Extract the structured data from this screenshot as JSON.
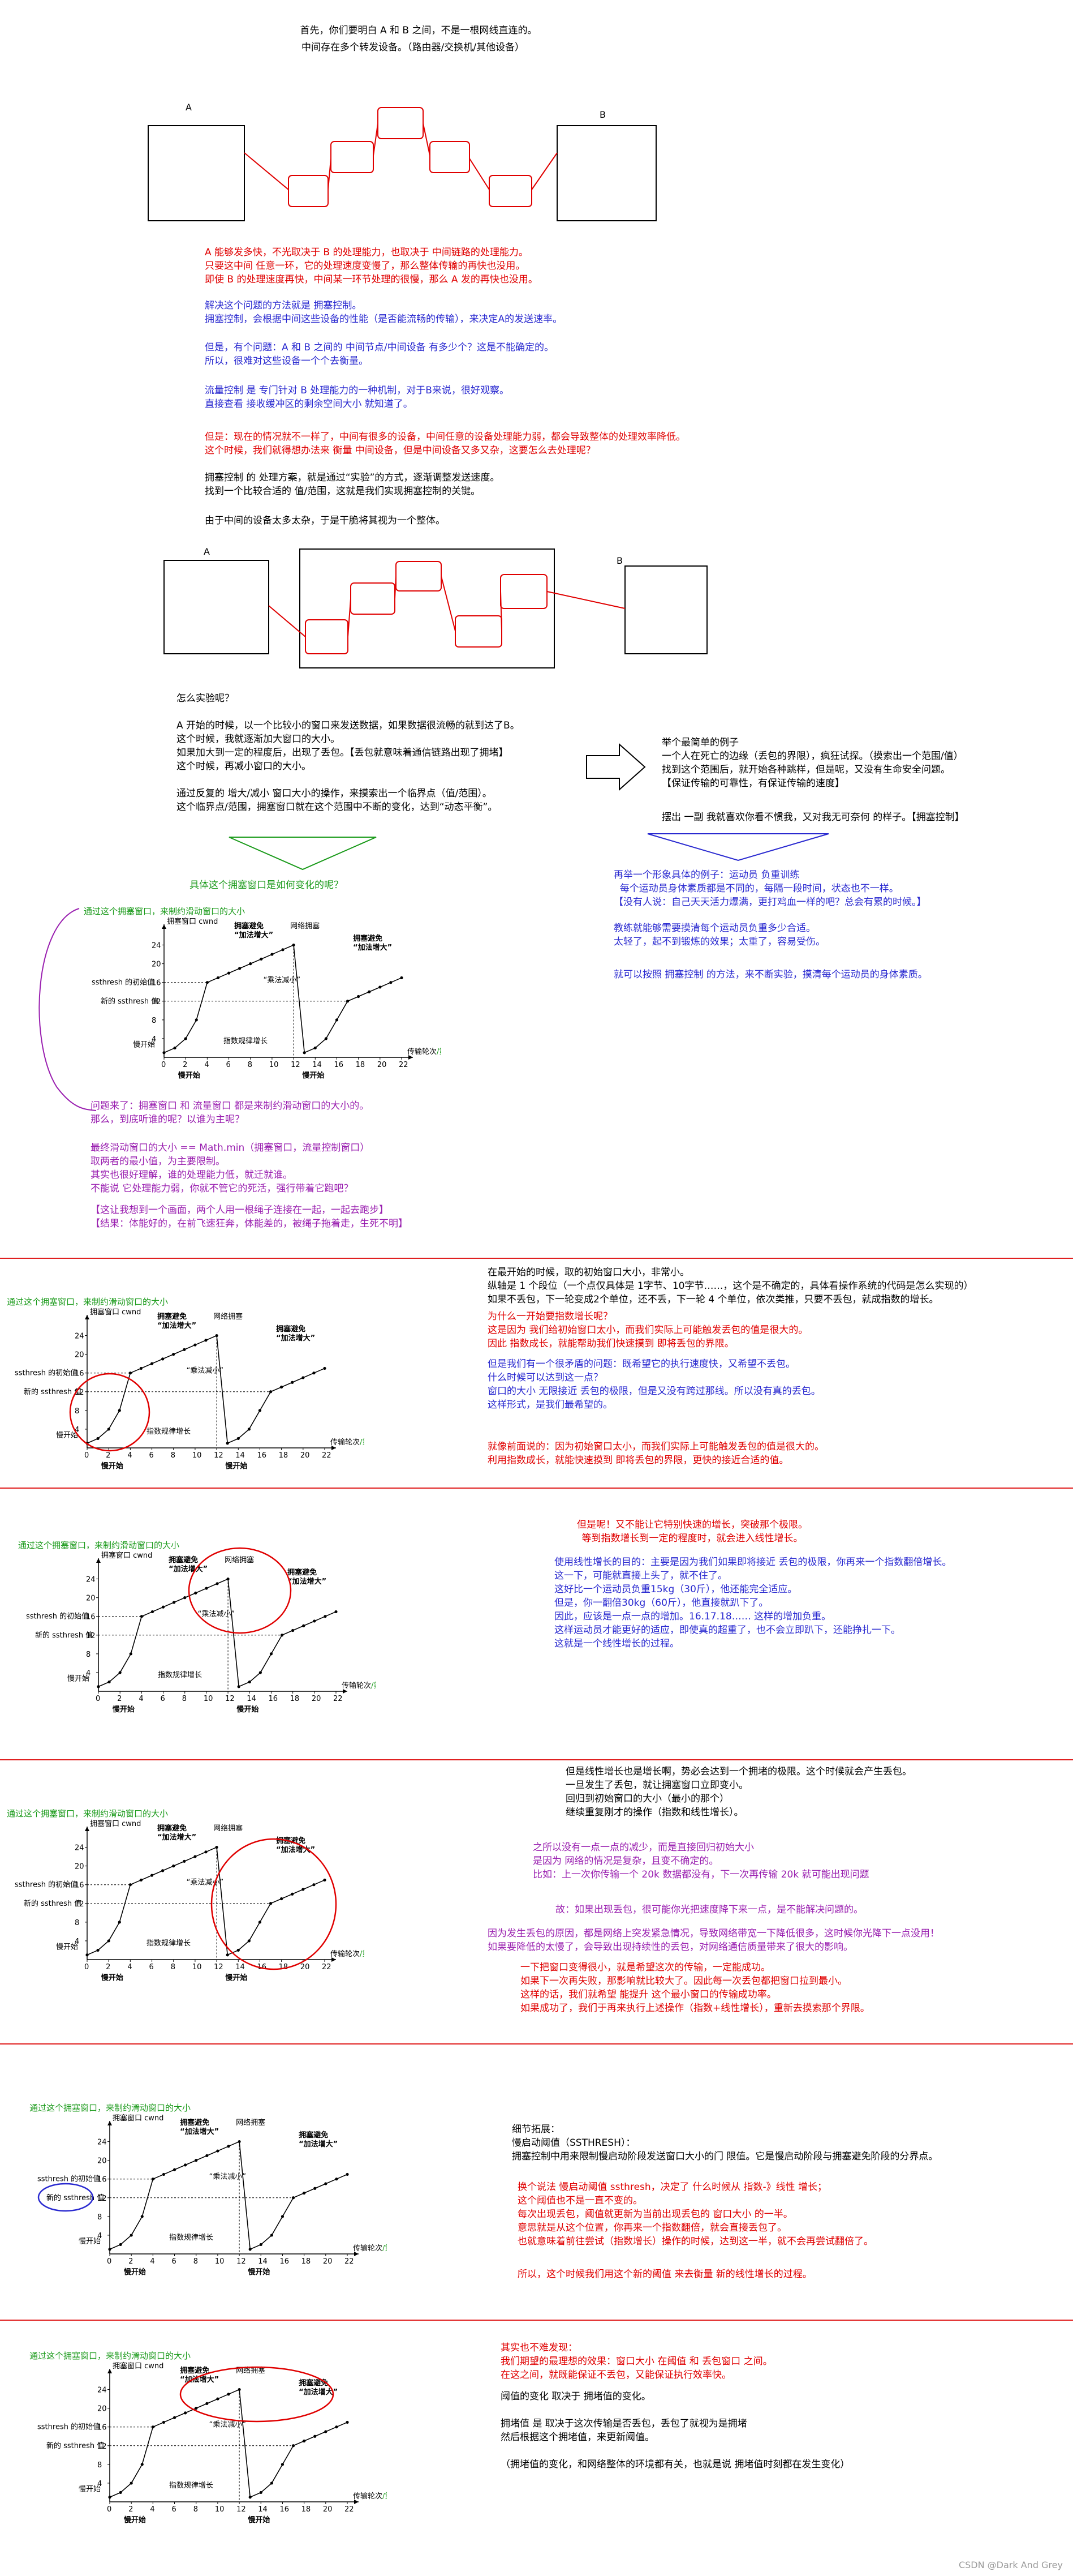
{
  "colors": {
    "red": "#e00000",
    "blue": "#2a2ad0",
    "purple": "#9a20b0",
    "green": "#1a9a1a"
  },
  "intro": {
    "line1": "首先，你们要明白 A 和 B 之间，不是一根网线直连的。",
    "line2": "中间存在多个转发设备。（路由器/交换机/其他设备）"
  },
  "diagram1": {
    "a_label": "A",
    "b_label": "B"
  },
  "para_red1": "A 能够发多快，不光取决于 B 的处理能力，也取决于 中间链路的处理能力。\n只要这中间 任意一环，它的处理速度变慢了，那么整体传输的再快也没用。\n即使 B 的处理速度再快，中间某一环节处理的很慢，那么 A 发的再快也没用。",
  "para_blue1": "解决这个问题的方法就是 拥塞控制。\n拥塞控制，会根据中间这些设备的性能（是否能流畅的传输），来决定A的发送速率。",
  "para_blue2": "但是，有个问题：A 和 B 之间的 中间节点/中间设备 有多少个？这是不能确定的。\n所以，很难对这些设备一个个去衡量。",
  "para_blue3": "流量控制 是 专门针对 B 处理能力的一种机制，对于B来说，很好观察。\n直接查看 接收缓冲区的剩余空间大小 就知道了。",
  "para_red2": "但是：现在的情况就不一样了，中间有很多的设备，中间任意的设备处理能力弱，都会导致整体的处理效率降低。\n这个时候，我们就得想办法来 衡量 中间设备，但是中间设备又多又杂，这要怎么去处理呢？",
  "para_black1": "拥塞控制 的 处理方案，就是通过“实验”的方式，逐渐调整发送速度。\n找到一个比较合适的 值/范围，这就是我们实现拥塞控制的关键。",
  "para_black2": "由于中间的设备太多太杂，于是干脆将其视为一个整体。",
  "diagram2": {
    "a_label": "A",
    "b_label": "B"
  },
  "how_block": "怎么实验呢？\n\nA 开始的时候，以一个比较小的窗口来发送数据，如果数据很流畅的就到达了B。\n这个时候，我就逐渐加大窗口的大小。\n如果加大到一定的程度后，出现了丢包。【丢包就意味着通信链路出现了拥堵】\n这个时候，再减小窗口的大小。\n\n通过反复的 增大/减小 窗口大小的操作，来摸索出一个临界点（值/范围）。\n这个临界点/范围，拥塞窗口就在这个范围中不断的变化，达到“动态平衡”。",
  "example_block": "举个最简单的例子\n一个人在死亡的边缘（丢包的界限），疯狂试探。（摸索出一个范围/值）\n找到这个范围后，就开始各种跳样，但是呢，又没有生命安全问题。\n【保证传输的可靠性，有保证传输的速度】",
  "example_block2": "摆出 一副 我就喜欢你看不惯我，又对我无可奈何 的样子。【拥塞控制】",
  "green_q": "具体这个拥塞窗口是如何变化的呢？",
  "blue_example": "再举一个形象具体的例子：运动员 负重训练\n  每个运动员身体素质都是不同的，每隔一段时间，状态也不一样。\n【没有人说：自己天天活力爆满，更打鸡血一样的吧？总会有累的时候。】",
  "blue_example2": "教练就能够需要摸清每个运动员负重多少合适。\n太轻了，起不到锻炼的效果；太重了，容易受伤。",
  "blue_example3": "就可以按照 拥塞控制 的方法，来不断实验，摸清每个运动员的身体素质。",
  "purple_block": "问题来了：拥塞窗口 和 流量窗口 都是来制约滑动窗口的大小的。\n那么，到底听谁的呢？以谁为主呢？",
  "purple_block2": "最终滑动窗口的大小 == Math.min（拥塞窗口，流量控制窗口）\n取两者的最小值，为主要限制。\n其实也很好理解，谁的处理能力低，就迁就谁。\n不能说 它处理能力弱，你就不管它的死活，强行带着它跑吧？",
  "purple_block3": "【这让我想到一个画面，两个人用一根绳子连接在一起，一起去跑步】\n【结果：体能好的，在前飞速狂奔，体能差的，被绳子拖着走，生死不明】",
  "section2": "在最开始的时候，取的初始窗口大小，非常小。\n纵轴是 1 个段位（一个点仅具体是 1字节、10字节……，这个是不确定的，具体看操作系统的代码是怎么实现的）\n如果不丢包，下一轮变成2个单位，还不丢，下一轮 4 个单位，依次类推，只要不丢包，就成指数的增长。",
  "section2_red": "为什么一开始要指数增长呢？\n这是因为 我们给初始窗口太小，而我们实际上可能触发丢包的值是很大的。\n因此 指数成长，就能帮助我们快速摸到 即将丢包的界限。",
  "section2_blue": "但是我们有一个很矛盾的问题：既希望它的执行速度快，又希望不丢包。\n什么时候可以达到这一点？\n窗口的大小 无限接近 丢包的极限，但是又没有跨过那线。所以没有真的丢包。\n这样形式，是我们最希望的。",
  "section2_red2": "就像前面说的：因为初始窗口太小，而我们实际上可能触发丢包的值是很大的。\n利用指数成长，就能快速摸到 即将丢包的界限，更快的接近合适的值。",
  "section3_red": "但是呢！又不能让它特别快速的增长，突破那个极限。\n等到指数增长到一定的程度时，就会进入线性增长。",
  "section3_blue": "使用线性增长的目的：主要是因为我们如果即将接近 丢包的极限，你再来一个指数翻倍增长。\n这一下，可能就直接上头了，就不住了。\n这好比一个运动员负重15kg（30斤），他还能完全适应。\n但是，你一翻倍30kg（60斤），他直接就趴下了。\n因此，应该是一点一点的增加。16.17.18…… 这样的增加负重。\n这样运动员才能更好的适应，即使真的超重了，也不会立即趴下，还能挣扎一下。\n这就是一个线性增长的过程。",
  "section4_black": "但是线性增长也是增长啊，势必会达到一个拥堵的极限。这个时候就会产生丢包。\n一旦发生了丢包，就让拥塞窗口立即变小。\n回归到初始窗口的大小（最小的那个）\n继续重复刚才的操作（指数和线性增长）。",
  "section4_purple": "之所以没有一点一点的减少，而是直接回归初始大小\n是因为 网络的情况是复杂，且变不确定的。\n比如：上一次你传输一个 20k 数据都没有，下一次再传输 20k 就可能出现问题",
  "section4_purple2": "故：如果出现丢包，很可能你光把速度降下来一点，是不能解决问题的。",
  "section4_purple3": "因为发生丢包的原因，都是网络上突发紧急情况，导致网络带宽一下降低很多，这时候你光降下一点没用！\n如果要降低的太慢了，会导致出现持续性的丢包，对网络通信质量带来了很大的影响。",
  "section4_red": "一下把窗口变得很小，就是希望这次的传输，一定能成功。\n如果下一次再失败，那影响就比较大了。因此每一次丢包都把窗口拉到最小。\n这样的话，我们就希望 能提升 这个最小窗口的传输成功率。\n如果成功了，我们于再来执行上述操作（指数+线性增长），重新去摸索那个界限。",
  "section5_black": "细节拓展：\n慢启动阈值（SSTHRESH）：\n拥塞控制中用来限制慢启动阶段发送窗口大小的门 限值。它是慢启动阶段与拥塞避免阶段的分界点。",
  "section5_red": "换个说法 慢启动阈值 ssthresh，决定了 什么时候从 指数-》线性 增长；\n这个阈值也不是一直不变的。\n每次出现丢包，阈值就更新为当前出现丢包的 窗口大小 的一半。\n意思就是从这个位置，你再来一个指数翻倍，就会直接丢包了。\n也就意味着前往尝试（指数增长）操作的时候，达到这一半，就不会再尝试翻倍了。",
  "section5_red2": "所以，这个时候我们用这个新的阈值 来去衡量 新的线性增长的过程。",
  "section6_red": "其实也不难发现：\n我们期望的最理想的效果：窗口大小 在阈值 和 丢包窗口 之间。\n在这之间，就既能保证不丢包，又能保证执行效率快。",
  "section6_black": "阈值的变化 取决于 拥堵值的变化。\n\n拥堵值 是 取决于这次传输是否丢包，丢包了就视为是拥堵\n然后根据这个拥堵值，来更新阈值。\n\n（拥堵值的变化，和网络整体的环境都有关，也就是说 拥堵值时刻都在发生变化）",
  "chart_caption": "通过这个拥塞窗口，来制约滑动窗口的大小",
  "chart_labels": {
    "ylabel": "拥塞窗口 cwnd",
    "xlabel": "传输轮次",
    "xlabel_suffix": "/第几次传输数据",
    "ssthresh_init": "ssthresh 的初始值",
    "ssthresh_new": "新的 ssthresh 值",
    "network_congestion": "网络拥塞",
    "cong_avoid1": "拥塞避免",
    "cong_avoid1b": "“加法增大”",
    "cong_avoid2": "拥塞避免",
    "cong_avoid2b": "“加法增大”",
    "mult_decrease": "“乘法减小”",
    "exp_growth": "指数规律增长",
    "slow_start": "慢开始",
    "slow_start_bottom1": "慢开始",
    "slow_start_bottom2": "慢开始"
  },
  "chart_data": {
    "type": "line",
    "title": "",
    "xlabel": "传输轮次",
    "ylabel": "拥塞窗口 cwnd",
    "xlim": [
      0,
      22
    ],
    "ylim": [
      0,
      26
    ],
    "xticks": [
      0,
      2,
      4,
      6,
      8,
      10,
      12,
      14,
      16,
      18,
      20,
      22
    ],
    "yticks": [
      4,
      8,
      12,
      16,
      20,
      24
    ],
    "series": [
      {
        "name": "",
        "x": [
          0,
          1,
          2,
          3,
          4,
          5,
          6,
          7,
          8,
          9,
          10,
          11,
          12,
          13,
          14,
          15,
          16,
          17,
          18,
          19,
          20,
          21,
          22
        ],
        "y": [
          1,
          2,
          4,
          8,
          16,
          17,
          18,
          19,
          20,
          21,
          22,
          23,
          24,
          1,
          2,
          4,
          8,
          12,
          13,
          14,
          15,
          16,
          17
        ]
      }
    ],
    "ssthresh_init": 16,
    "ssthresh_new": 12
  },
  "watermark": "CSDN @Dark And Grey"
}
